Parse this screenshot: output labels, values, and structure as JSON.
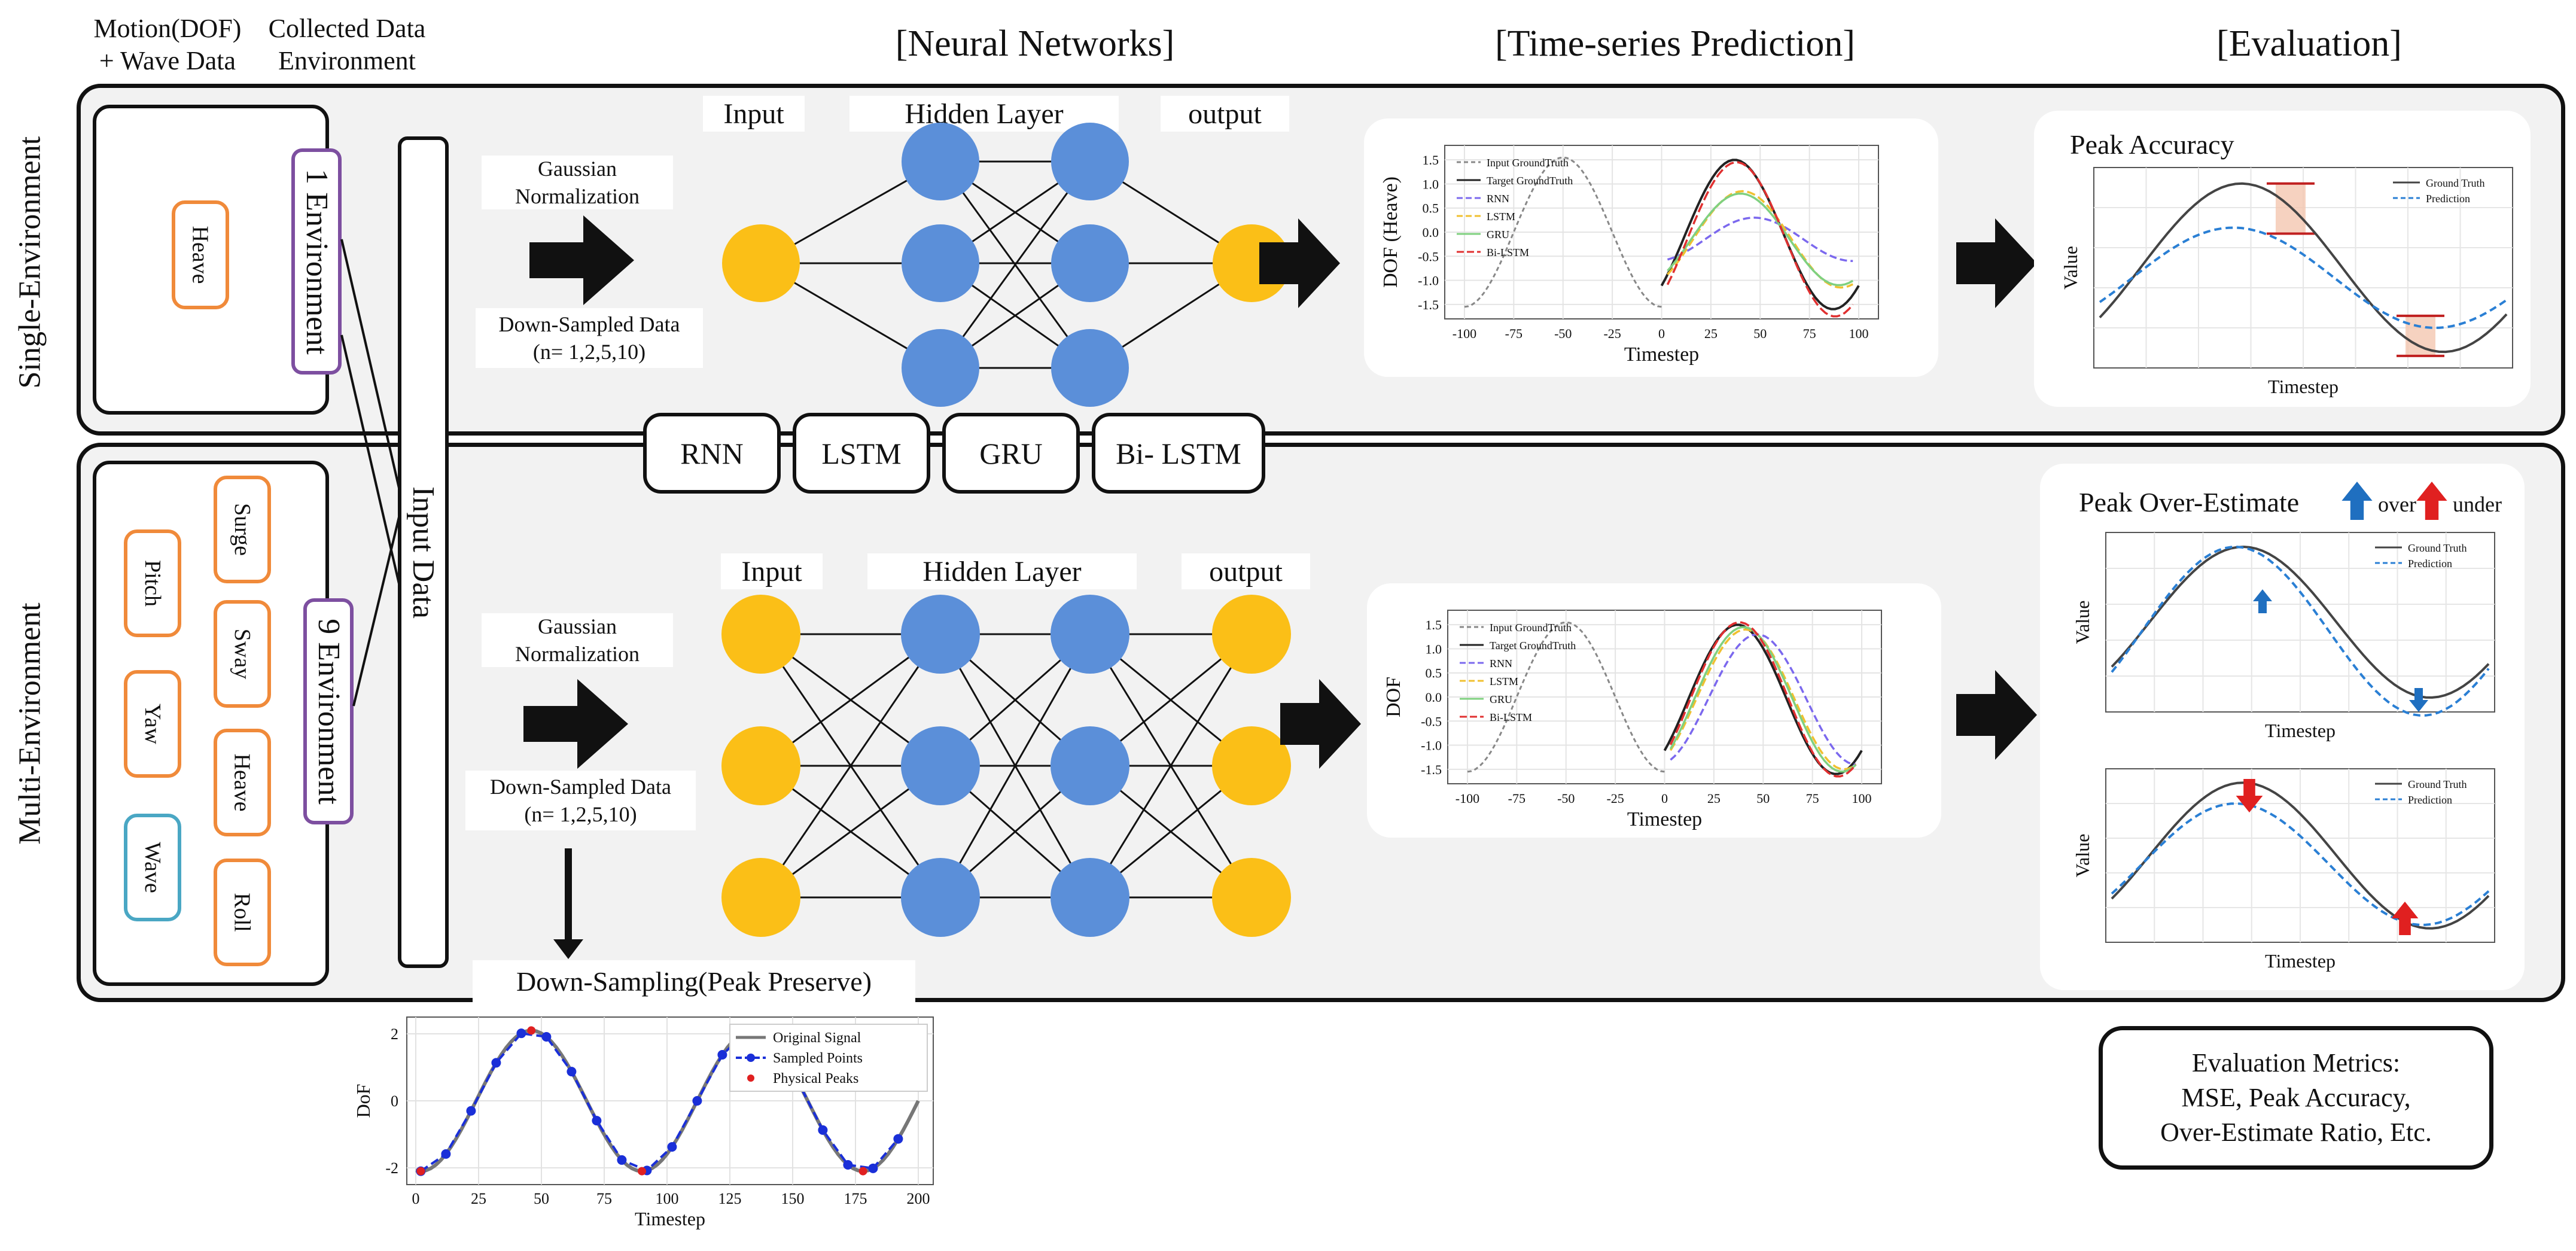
{
  "headers": {
    "motion": "Motion(DOF)\n+ Wave Data",
    "collected": "Collected Data\nEnvironment",
    "neural": "[Neural Networks]",
    "prediction": "[Time-series Prediction]",
    "evaluation": "[Evaluation]"
  },
  "side_labels": {
    "single": "Single-Environment",
    "multi": "Multi-Environment"
  },
  "single": {
    "dof_items": [
      "Heave"
    ],
    "env_label": "1 Environment",
    "normalization": "Gaussian\nNormalization",
    "downsampled": "Down-Sampled Data\n(n= 1,2,5,10)",
    "net_input": "Input",
    "net_hidden": "Hidden Layer",
    "net_output": "output"
  },
  "input_data": "Input Data",
  "models": [
    "RNN",
    "LSTM",
    "GRU",
    "Bi- LSTM"
  ],
  "multi": {
    "dof_items": [
      "Surge",
      "Pitch",
      "Sway",
      "Yaw",
      "Heave",
      "Wave",
      "Roll"
    ],
    "env_label": "9 Environment",
    "normalization": "Gaussian\nNormalization",
    "downsampled": "Down-Sampled Data\n(n= 1,2,5,10)",
    "net_input": "Input",
    "net_hidden": "Hidden Layer",
    "net_output": "output"
  },
  "prediction_plots": {
    "single": {
      "ylabel": "DOF (Heave)",
      "xlabel": "Timestep",
      "xticks": [
        "-100",
        "-75",
        "-50",
        "-25",
        "0",
        "25",
        "50",
        "75",
        "100"
      ],
      "yticks": [
        "1.5",
        "1.0",
        "0.5",
        "0.0",
        "-0.5",
        "-1.0",
        "-1.5"
      ],
      "legend": [
        "Input GroundTruth",
        "Target GroundTruth",
        "RNN",
        "LSTM",
        "GRU",
        "Bi-LSTM"
      ]
    },
    "multi": {
      "ylabel": "DOF",
      "xlabel": "Timestep",
      "xticks": [
        "-100",
        "-75",
        "-50",
        "-25",
        "0",
        "25",
        "50",
        "75",
        "100"
      ],
      "yticks": [
        "1.5",
        "1.0",
        "0.5",
        "0.0",
        "-0.5",
        "-1.0",
        "-1.5"
      ],
      "legend": [
        "Input GroundTruth",
        "Target GroundTruth",
        "RNN",
        "LSTM",
        "GRU",
        "Bi-LSTM"
      ]
    }
  },
  "evaluation": {
    "peak_accuracy": {
      "title": "Peak Accuracy",
      "ylabel": "Value",
      "xlabel": "Timestep",
      "legend": [
        "Ground Truth",
        "Prediction"
      ]
    },
    "peak_over": {
      "title": "Peak Over-Estimate",
      "over": "over",
      "under": "under",
      "ylabel": "Value",
      "xlabel": "Timestep",
      "legend": [
        "Ground Truth",
        "Prediction"
      ]
    },
    "metrics": "Evaluation Metrics:\nMSE, Peak Accuracy,\nOver-Estimate Ratio, Etc."
  },
  "downsampling": {
    "title": "Down-Sampling(Peak Preserve)",
    "ylabel": "DoF",
    "xlabel": "Timestep",
    "xticks": [
      "0",
      "25",
      "50",
      "75",
      "100",
      "125",
      "150",
      "175",
      "200"
    ],
    "yticks": [
      "2",
      "0",
      "-2"
    ],
    "legend": [
      "Original Signal",
      "Sampled Points",
      "Physical Peaks"
    ]
  },
  "colors": {
    "dof_pill": "#f08a3a",
    "wave_pill": "#4aa7c4",
    "env_label": "#7d4fa0",
    "node_input": "#fbbf17",
    "node_hidden": "#5b8fd9",
    "rnn": "#7b68ee",
    "lstm": "#f0c030",
    "gru": "#7fd07f",
    "bilstm": "#e03030",
    "prediction": "#2a7fd4",
    "peak_band": "#f4c7b0",
    "over_arrow": "#1f6fc0",
    "under_arrow": "#e02020"
  }
}
